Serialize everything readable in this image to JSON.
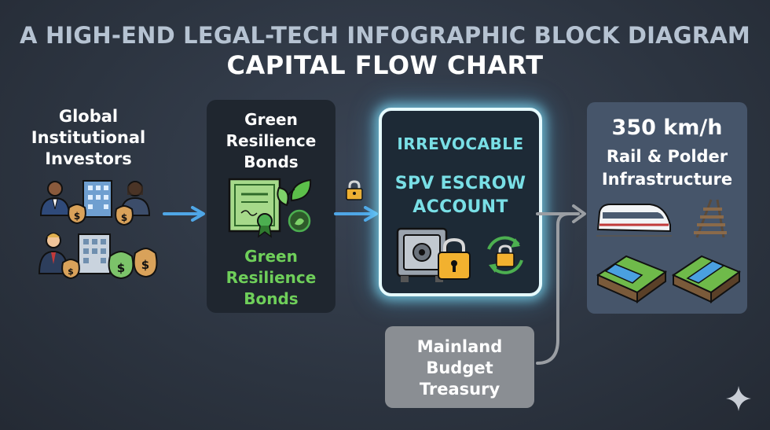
{
  "header": {
    "title": "A HIGH-END LEGAL-TECH INFOGRAPHIC BLOCK DIAGRAM",
    "subtitle": "CAPITAL FLOW CHART"
  },
  "nodes": {
    "investors": {
      "lines": [
        "Global",
        "Institutional",
        "Investors"
      ]
    },
    "bonds": {
      "top_lines": [
        "Green",
        "Resilience",
        "Bonds"
      ],
      "bottom_lines": [
        "Green",
        "Resilience",
        "Bonds"
      ],
      "bottom_color": "#6fcf5a"
    },
    "escrow": {
      "line1": "IRREVOCABLE",
      "line2": [
        "SPV ESCROW",
        "ACCOUNT"
      ],
      "text_color": "#79dfe6",
      "glow_color": "#82e6ff"
    },
    "infrastructure": {
      "speed": "350 km/h",
      "lines": [
        "Rail & Polder",
        "Infrastructure"
      ]
    },
    "treasury": {
      "lines": [
        "Mainland",
        "Budget",
        "Treasury"
      ]
    }
  },
  "icons": [
    "investors-people-icon",
    "money-bag-icon",
    "office-building-icon",
    "certificate-icon",
    "leaf-icon",
    "padlock-icon",
    "safe-vault-icon",
    "lock-rotate-icon",
    "high-speed-train-icon",
    "rail-track-icon",
    "polder-canal-icon",
    "sparkle-icon"
  ],
  "colors": {
    "arrow_blue": "#4fa6e6",
    "arrow_gray": "#9a9ea3",
    "background": "#2c3440"
  }
}
